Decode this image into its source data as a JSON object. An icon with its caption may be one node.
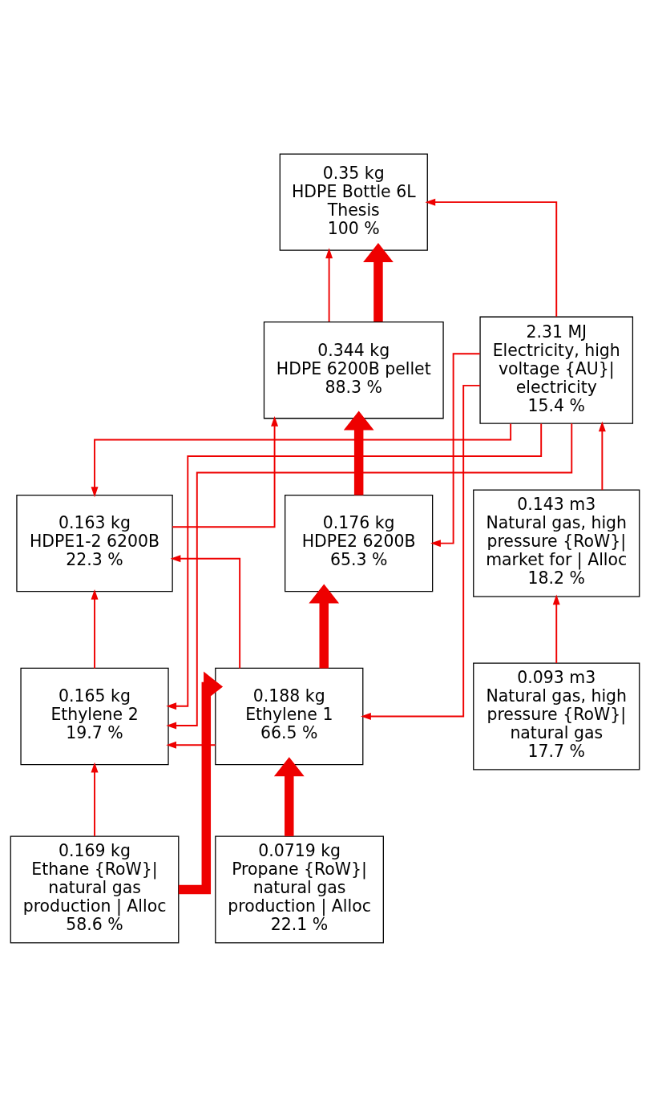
{
  "diagram": {
    "nodes": [
      {
        "text": [
          "0.35 kg",
          "HDPE Bottle 6L Thesis",
          "100 %"
        ]
      },
      {
        "text": [
          "0.344 kg",
          "HDPE 6200B pellet",
          "88.3 %"
        ]
      },
      {
        "text": [
          "2.31 MJ",
          "Electricity, high voltage {AU}| electricity",
          "15.4 %"
        ]
      },
      {
        "text": [
          "0.163 kg",
          "HDPE1-2 6200B",
          "22.3 %"
        ]
      },
      {
        "text": [
          "0.176 kg",
          "HDPE2 6200B",
          "65.3 %"
        ]
      },
      {
        "text": [
          "0.143 m3",
          "Natural gas, high pressure {RoW}| market for | Alloc",
          "18.2 %"
        ]
      },
      {
        "text": [
          "0.165 kg",
          "Ethylene 2",
          "19.7 %"
        ]
      },
      {
        "text": [
          "0.188 kg",
          "Ethylene 1",
          "66.5 %"
        ]
      },
      {
        "text": [
          "0.093 m3",
          "Natural gas, high pressure {RoW}| natural gas",
          "17.7 %"
        ]
      },
      {
        "text": [
          "0.169 kg",
          "Ethane {RoW}| natural gas production | Alloc",
          "58.6 %"
        ]
      },
      {
        "text": [
          "0.0719 kg",
          "Propane {RoW}| natural gas production | Alloc",
          "22.1 %"
        ]
      }
    ],
    "edges": [
      {
        "from": 1,
        "to": 0,
        "arrow": "to"
      },
      {
        "from": 1,
        "to": 0,
        "arrow": "to",
        "style": "thick"
      },
      {
        "from": 2,
        "to": 0,
        "arrow": "to"
      },
      {
        "from": 3,
        "to": 1,
        "arrow": "to"
      },
      {
        "from": 4,
        "to": 1,
        "arrow": "to",
        "style": "thick"
      },
      {
        "from": 5,
        "to": 2,
        "arrow": "to"
      },
      {
        "from": 6,
        "to": 3,
        "arrow": "to"
      },
      {
        "from": 7,
        "to": 3,
        "arrow": "to"
      },
      {
        "from": 2,
        "to": 3,
        "arrow": "to"
      },
      {
        "from": 7,
        "to": 4,
        "arrow": "to",
        "style": "thick"
      },
      {
        "from": 2,
        "to": 4,
        "arrow": "to"
      },
      {
        "from": 8,
        "to": 5,
        "arrow": "to"
      },
      {
        "from": 9,
        "to": 6,
        "arrow": "to"
      },
      {
        "from": 7,
        "to": 6,
        "arrow": "to"
      },
      {
        "from": 2,
        "to": 6,
        "arrow": "to"
      },
      {
        "from": 2,
        "to": 6,
        "arrow": "to"
      },
      {
        "from": 9,
        "to": 7,
        "arrow": "to",
        "style": "thick"
      },
      {
        "from": 10,
        "to": 7,
        "arrow": "to",
        "style": "thick"
      },
      {
        "from": 2,
        "to": 7,
        "arrow": "to"
      }
    ]
  }
}
